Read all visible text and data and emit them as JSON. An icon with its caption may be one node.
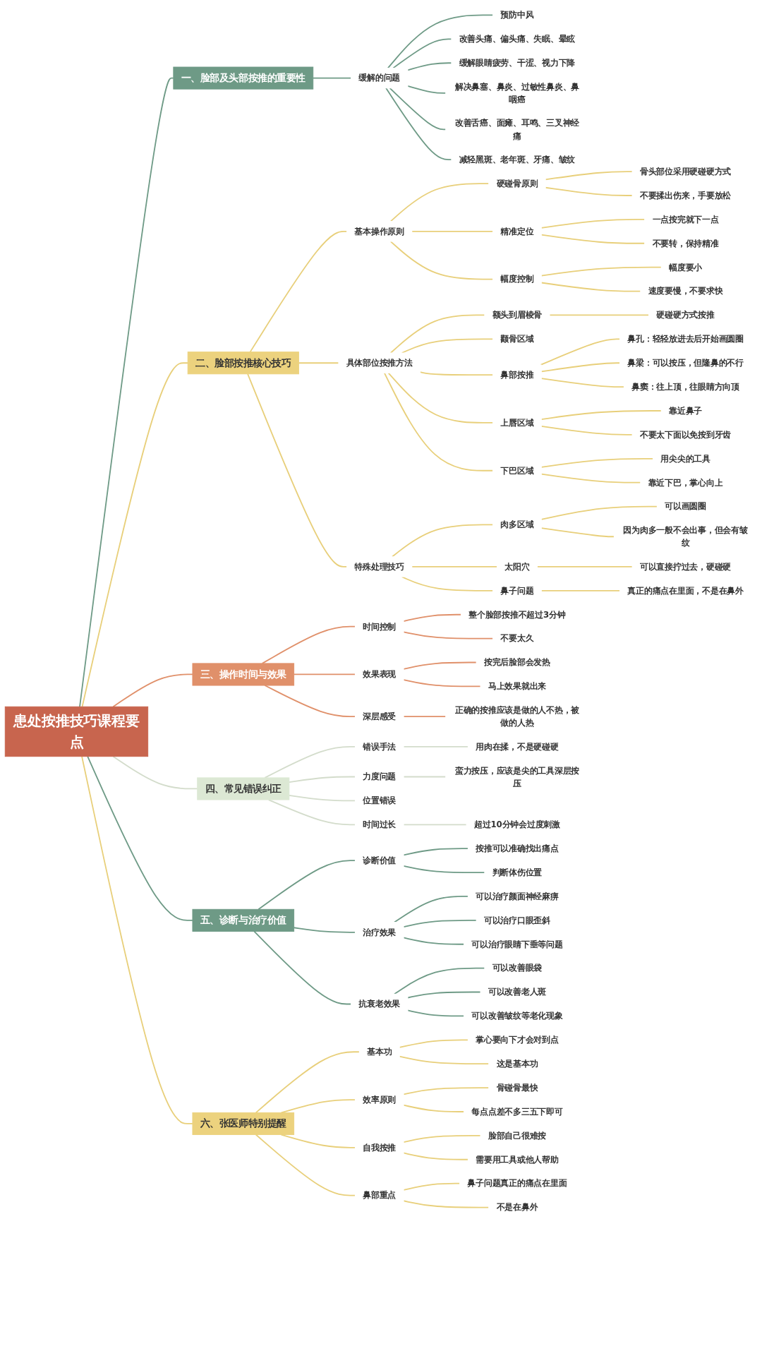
{
  "diagram": {
    "nodes": [
      {
        "text": [
          "患处按推技巧课程要点"
        ]
      },
      {
        "text": [
          "一、脸部及头部按推的重要性"
        ]
      },
      {
        "text": [
          "缓解的问题"
        ]
      },
      {
        "text": [
          "预防中风"
        ]
      },
      {
        "text": [
          "改善头痛、偏头痛、失眠、晕眩"
        ]
      },
      {
        "text": [
          "缓解眼睛疲劳、干涩、视力下降"
        ]
      },
      {
        "text": [
          "解决鼻塞、鼻炎、过敏性鼻炎、鼻咽癌"
        ]
      },
      {
        "text": [
          "改善舌癌、面瘫、耳鸣、三叉神经痛"
        ]
      },
      {
        "text": [
          "减轻黑斑、老年斑、牙痛、皱纹"
        ]
      },
      {
        "text": [
          "二、脸部按推核心技巧"
        ]
      },
      {
        "text": [
          "基本操作原则"
        ]
      },
      {
        "text": [
          "硬碰骨原则"
        ]
      },
      {
        "text": [
          "骨头部位采用硬碰硬方式"
        ]
      },
      {
        "text": [
          "不要揉出伤来，手要放松"
        ]
      },
      {
        "text": [
          "精准定位"
        ]
      },
      {
        "text": [
          "一点按完就下一点"
        ]
      },
      {
        "text": [
          "不要转，保持精准"
        ]
      },
      {
        "text": [
          "幅度控制"
        ]
      },
      {
        "text": [
          "幅度要小"
        ]
      },
      {
        "text": [
          "速度要慢，不要求快"
        ]
      },
      {
        "text": [
          "具体部位按推方法"
        ]
      },
      {
        "text": [
          "额头到眉棱骨"
        ]
      },
      {
        "text": [
          "硬碰硬方式按推"
        ]
      },
      {
        "text": [
          "颧骨区域"
        ]
      },
      {
        "text": [
          "鼻部按推"
        ]
      },
      {
        "text": [
          "鼻孔：轻轻放进去后开始画圆圈"
        ]
      },
      {
        "text": [
          "鼻梁：可以按压，但隆鼻的不行"
        ]
      },
      {
        "text": [
          "鼻窦：往上顶，往眼睛方向顶"
        ]
      },
      {
        "text": [
          "上唇区域"
        ]
      },
      {
        "text": [
          "靠近鼻子"
        ]
      },
      {
        "text": [
          "不要太下面以免按到牙齿"
        ]
      },
      {
        "text": [
          "下巴区域"
        ]
      },
      {
        "text": [
          "用尖尖的工具"
        ]
      },
      {
        "text": [
          "靠近下巴，掌心向上"
        ]
      },
      {
        "text": [
          "特殊处理技巧"
        ]
      },
      {
        "text": [
          "肉多区域"
        ]
      },
      {
        "text": [
          "可以画圆圈"
        ]
      },
      {
        "text": [
          "因为肉多一般不会出事，但会有皱纹"
        ]
      },
      {
        "text": [
          "太阳穴"
        ]
      },
      {
        "text": [
          "可以直接拧过去，硬碰硬"
        ]
      },
      {
        "text": [
          "鼻子问题"
        ]
      },
      {
        "text": [
          "真正的痛点在里面，不是在鼻外"
        ]
      },
      {
        "text": [
          "三、操作时间与效果"
        ]
      },
      {
        "text": [
          "时间控制"
        ]
      },
      {
        "text": [
          "整个脸部按推不超过3分钟"
        ]
      },
      {
        "text": [
          "不要太久"
        ]
      },
      {
        "text": [
          "效果表现"
        ]
      },
      {
        "text": [
          "按完后脸部会发热"
        ]
      },
      {
        "text": [
          "马上效果就出来"
        ]
      },
      {
        "text": [
          "深层感受"
        ]
      },
      {
        "text": [
          "正确的按推应该是做的人不热，被做的人热"
        ]
      },
      {
        "text": [
          "四、常见错误纠正"
        ]
      },
      {
        "text": [
          "错误手法"
        ]
      },
      {
        "text": [
          "用肉在揉，不是硬碰硬"
        ]
      },
      {
        "text": [
          "力度问题"
        ]
      },
      {
        "text": [
          "蛮力按压，应该是尖的工具深层按压"
        ]
      },
      {
        "text": [
          "位置错误"
        ]
      },
      {
        "text": [
          "时间过长"
        ]
      },
      {
        "text": [
          "超过10分钟会过度刺激"
        ]
      },
      {
        "text": [
          "五、诊断与治疗价值"
        ]
      },
      {
        "text": [
          "诊断价值"
        ]
      },
      {
        "text": [
          "按推可以准确找出痛点"
        ]
      },
      {
        "text": [
          "判断体伤位置"
        ]
      },
      {
        "text": [
          "治疗效果"
        ]
      },
      {
        "text": [
          "可以治疗颜面神经麻痹"
        ]
      },
      {
        "text": [
          "可以治疗口眼歪斜"
        ]
      },
      {
        "text": [
          "可以治疗眼睛下垂等问题"
        ]
      },
      {
        "text": [
          "抗衰老效果"
        ]
      },
      {
        "text": [
          "可以改善眼袋"
        ]
      },
      {
        "text": [
          "可以改善老人斑"
        ]
      },
      {
        "text": [
          "可以改善皱纹等老化现象"
        ]
      },
      {
        "text": [
          "六、张医师特别提醒"
        ]
      },
      {
        "text": [
          "基本功"
        ]
      },
      {
        "text": [
          "掌心要向下才会对到点"
        ]
      },
      {
        "text": [
          "这是基本功"
        ]
      },
      {
        "text": [
          "效率原则"
        ]
      },
      {
        "text": [
          "骨碰骨最快"
        ]
      },
      {
        "text": [
          "每点点差不多三五下即可"
        ]
      },
      {
        "text": [
          "自我按推"
        ]
      },
      {
        "text": [
          "脸部自己很难按"
        ]
      },
      {
        "text": [
          "需要用工具或他人帮助"
        ]
      },
      {
        "text": [
          "鼻部重点"
        ]
      },
      {
        "text": [
          "鼻子问题真正的痛点在里面"
        ]
      },
      {
        "text": [
          "不是在鼻外"
        ]
      }
    ],
    "edges": [
      {
        "from": 0,
        "to": 1,
        "arrow": "none",
        "color": "#6e9a86"
      },
      {
        "from": 1,
        "to": 2,
        "arrow": "none",
        "color": "#6e9a86"
      },
      {
        "from": 2,
        "to": 3,
        "arrow": "none",
        "color": "#6e9a86"
      },
      {
        "from": 2,
        "to": 4,
        "arrow": "none",
        "color": "#6e9a86"
      },
      {
        "from": 2,
        "to": 5,
        "arrow": "none",
        "color": "#6e9a86"
      },
      {
        "from": 2,
        "to": 6,
        "arrow": "none",
        "color": "#6e9a86"
      },
      {
        "from": 2,
        "to": 7,
        "arrow": "none",
        "color": "#6e9a86"
      },
      {
        "from": 2,
        "to": 8,
        "arrow": "none",
        "color": "#6e9a86"
      },
      {
        "from": 0,
        "to": 9,
        "arrow": "none"
      },
      {
        "from": 9,
        "to": 10,
        "arrow": "none"
      },
      {
        "from": 10,
        "to": 11,
        "arrow": "none"
      },
      {
        "from": 11,
        "to": 12,
        "arrow": "none"
      },
      {
        "from": 11,
        "to": 13,
        "arrow": "none"
      },
      {
        "from": 10,
        "to": 14,
        "arrow": "none"
      },
      {
        "from": 14,
        "to": 15,
        "arrow": "none"
      },
      {
        "from": 14,
        "to": 16,
        "arrow": "none"
      },
      {
        "from": 10,
        "to": 17,
        "arrow": "none"
      },
      {
        "from": 17,
        "to": 18,
        "arrow": "none"
      },
      {
        "from": 17,
        "to": 19,
        "arrow": "none"
      },
      {
        "from": 9,
        "to": 20,
        "arrow": "none"
      },
      {
        "from": 20,
        "to": 21,
        "arrow": "none"
      },
      {
        "from": 21,
        "to": 22,
        "arrow": "none"
      },
      {
        "from": 20,
        "to": 23,
        "arrow": "none"
      },
      {
        "from": 20,
        "to": 24,
        "arrow": "none"
      },
      {
        "from": 24,
        "to": 25,
        "arrow": "none"
      },
      {
        "from": 24,
        "to": 26,
        "arrow": "none"
      },
      {
        "from": 24,
        "to": 27,
        "arrow": "none"
      },
      {
        "from": 20,
        "to": 28,
        "arrow": "none"
      },
      {
        "from": 28,
        "to": 29,
        "arrow": "none"
      },
      {
        "from": 28,
        "to": 30,
        "arrow": "none"
      },
      {
        "from": 20,
        "to": 31,
        "arrow": "none"
      },
      {
        "from": 31,
        "to": 32,
        "arrow": "none"
      },
      {
        "from": 31,
        "to": 33,
        "arrow": "none"
      },
      {
        "from": 9,
        "to": 34,
        "arrow": "none"
      },
      {
        "from": 34,
        "to": 35,
        "arrow": "none"
      },
      {
        "from": 35,
        "to": 36,
        "arrow": "none"
      },
      {
        "from": 35,
        "to": 37,
        "arrow": "none"
      },
      {
        "from": 34,
        "to": 38,
        "arrow": "none"
      },
      {
        "from": 38,
        "to": 39,
        "arrow": "none"
      },
      {
        "from": 34,
        "to": 40,
        "arrow": "none"
      },
      {
        "from": 40,
        "to": 41,
        "arrow": "none"
      },
      {
        "from": 0,
        "to": 42,
        "arrow": "none",
        "color": "#e0906a"
      },
      {
        "from": 42,
        "to": 43,
        "arrow": "none",
        "color": "#e0906a"
      },
      {
        "from": 43,
        "to": 44,
        "arrow": "none",
        "color": "#e0906a"
      },
      {
        "from": 43,
        "to": 45,
        "arrow": "none",
        "color": "#e0906a"
      },
      {
        "from": 42,
        "to": 46,
        "arrow": "none",
        "color": "#e0906a"
      },
      {
        "from": 46,
        "to": 47,
        "arrow": "none",
        "color": "#e0906a"
      },
      {
        "from": 46,
        "to": 48,
        "arrow": "none",
        "color": "#e0906a"
      },
      {
        "from": 42,
        "to": 49,
        "arrow": "none",
        "color": "#e0906a"
      },
      {
        "from": 49,
        "to": 50,
        "arrow": "none",
        "color": "#e0906a"
      },
      {
        "from": 0,
        "to": 51,
        "arrow": "none",
        "color": "#d3dccb"
      },
      {
        "from": 51,
        "to": 52,
        "arrow": "none",
        "color": "#d3dccb"
      },
      {
        "from": 52,
        "to": 53,
        "arrow": "none",
        "color": "#d3dccb"
      },
      {
        "from": 51,
        "to": 54,
        "arrow": "none",
        "color": "#d3dccb"
      },
      {
        "from": 54,
        "to": 55,
        "arrow": "none",
        "color": "#d3dccb"
      },
      {
        "from": 51,
        "to": 56,
        "arrow": "none",
        "color": "#d3dccb"
      },
      {
        "from": 51,
        "to": 57,
        "arrow": "none",
        "color": "#d3dccb"
      },
      {
        "from": 57,
        "to": 58,
        "arrow": "none",
        "color": "#d3dccb"
      },
      {
        "from": 0,
        "to": 59,
        "arrow": "none",
        "color": "#6e9a86"
      },
      {
        "from": 59,
        "to": 60,
        "arrow": "none",
        "color": "#6e9a86"
      },
      {
        "from": 60,
        "to": 61,
        "arrow": "none",
        "color": "#6e9a86"
      },
      {
        "from": 60,
        "to": 62,
        "arrow": "none",
        "color": "#6e9a86"
      },
      {
        "from": 59,
        "to": 63,
        "arrow": "none",
        "color": "#6e9a86"
      },
      {
        "from": 63,
        "to": 64,
        "arrow": "none",
        "color": "#6e9a86"
      },
      {
        "from": 63,
        "to": 65,
        "arrow": "none",
        "color": "#6e9a86"
      },
      {
        "from": 63,
        "to": 66,
        "arrow": "none",
        "color": "#6e9a86"
      },
      {
        "from": 59,
        "to": 67,
        "arrow": "none",
        "color": "#6e9a86"
      },
      {
        "from": 67,
        "to": 68,
        "arrow": "none",
        "color": "#6e9a86"
      },
      {
        "from": 67,
        "to": 69,
        "arrow": "none",
        "color": "#6e9a86"
      },
      {
        "from": 67,
        "to": 70,
        "arrow": "none",
        "color": "#6e9a86"
      },
      {
        "from": 0,
        "to": 71,
        "arrow": "none"
      },
      {
        "from": 71,
        "to": 72,
        "arrow": "none"
      },
      {
        "from": 72,
        "to": 73,
        "arrow": "none"
      },
      {
        "from": 72,
        "to": 74,
        "arrow": "none"
      },
      {
        "from": 71,
        "to": 75,
        "arrow": "none"
      },
      {
        "from": 75,
        "to": 76,
        "arrow": "none"
      },
      {
        "from": 75,
        "to": 77,
        "arrow": "none"
      },
      {
        "from": 71,
        "to": 78,
        "arrow": "none"
      },
      {
        "from": 78,
        "to": 79,
        "arrow": "none"
      },
      {
        "from": 78,
        "to": 80,
        "arrow": "none"
      },
      {
        "from": 71,
        "to": 81,
        "arrow": "none"
      },
      {
        "from": 81,
        "to": 82,
        "arrow": "none"
      },
      {
        "from": 81,
        "to": 83,
        "arrow": "none"
      }
    ]
  }
}
